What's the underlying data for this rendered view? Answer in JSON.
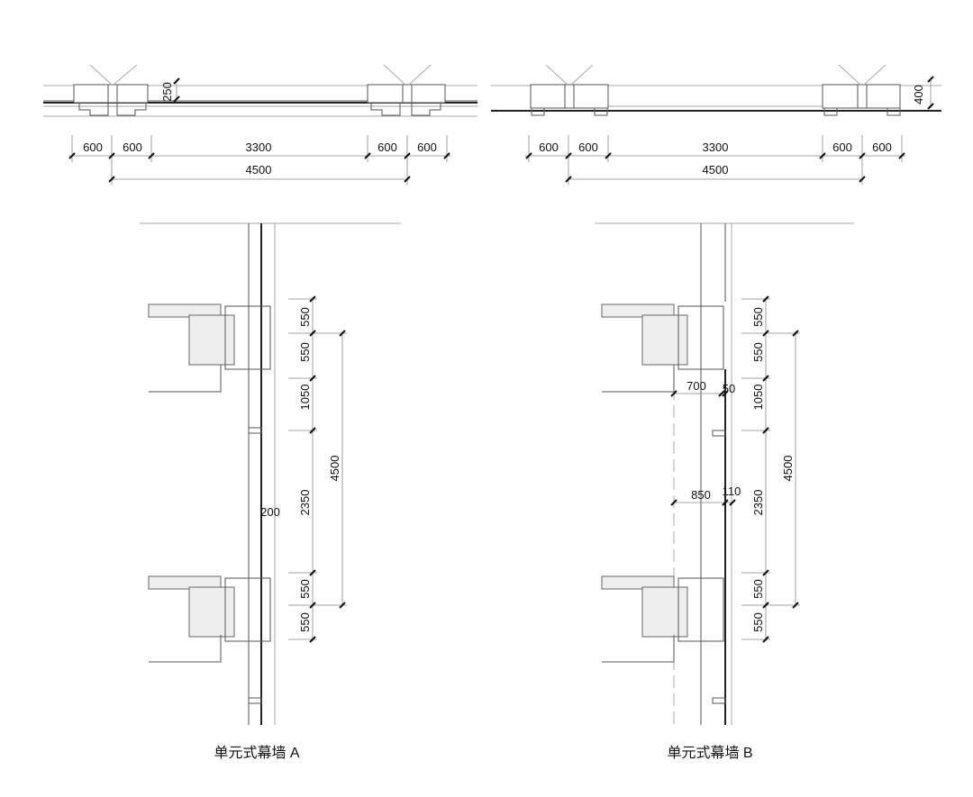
{
  "plan_a": {
    "dims_row1": [
      "600",
      "600",
      "3300",
      "600",
      "600"
    ],
    "overall": "4500",
    "depth": "250"
  },
  "plan_b": {
    "dims_row1": [
      "600",
      "600",
      "3300",
      "600",
      "600"
    ],
    "overall": "4500",
    "depth": "400"
  },
  "section_a": {
    "heights": [
      "550",
      "550",
      "1050",
      "2350",
      "550",
      "550"
    ],
    "overall": "4500",
    "offset": "200",
    "caption": "单元式幕墙 A"
  },
  "section_b": {
    "heights": [
      "550",
      "550",
      "1050",
      "2350",
      "550",
      "550"
    ],
    "overall": "4500",
    "offset_top": "700",
    "gap_top": "50",
    "offset_bottom": "850",
    "gap_bottom": "110",
    "caption": "单元式幕墙 B"
  }
}
